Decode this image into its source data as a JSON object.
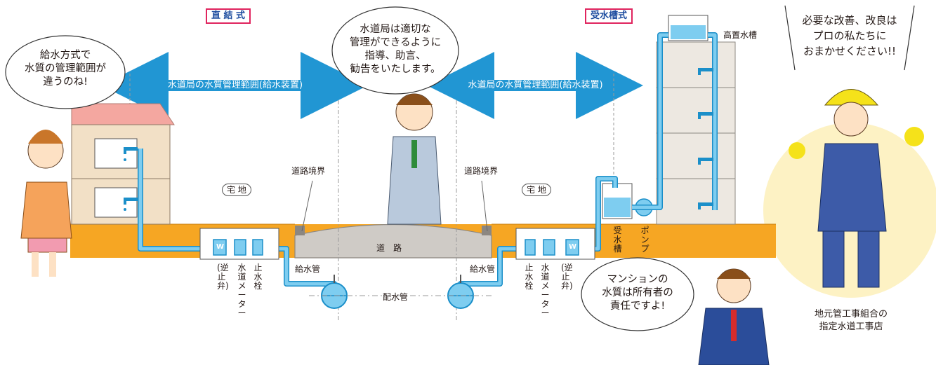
{
  "system_tags": {
    "direct": "直 結 式",
    "tank": "受水槽式"
  },
  "scope_arrows": {
    "left": "水道局の水質管理範囲(給水装置)",
    "right": "水道局の水質管理範囲(給水装置)"
  },
  "labels": {
    "boundary_left": "道路境界",
    "boundary_right": "道路境界",
    "lot_left": "宅 地",
    "lot_right": "宅 地",
    "road": "道　路",
    "supply_pipe_left": "給水管",
    "supply_pipe_right": "給水管",
    "main_pipe": "配水管",
    "elevated_tank": "高置水槽",
    "receiving_tank": "受水槽",
    "pump": "ポンプ",
    "stop_valve": "止水栓",
    "water_meter": "水道メーター",
    "check_valve": "(逆止弁)",
    "meter_mark": "W"
  },
  "bubbles": {
    "woman": [
      "給水方式で",
      "水質の管理範囲が",
      "違うのね!"
    ],
    "official": [
      "水道局は適切な",
      "管理ができるように",
      "指導、助言、",
      "勧告をいたします。"
    ],
    "manager": [
      "マンションの",
      "水質は所有者の",
      "責任ですよ!"
    ],
    "worker": [
      "必要な改善、改良は",
      "プロの私たちに",
      "おまかせください!!"
    ]
  },
  "caption": [
    "地元管工事組合の",
    "指定水道工事店"
  ],
  "colors": {
    "ground": "#f6a623",
    "road": "#cfcbc6",
    "pipe": "#7ecdf0",
    "pipe_outline": "#1b8fc9",
    "scope_arrow": "#2196d3",
    "house_wall": "#f2e0c6",
    "house_roof": "#f4a7a0",
    "building": "#ede8e1",
    "tag_border": "#e0245e",
    "tag_text": "#1f4ea0",
    "halo": "#fdf2c4"
  },
  "icons": [
    "faucet-icon",
    "water-meter-icon",
    "stop-valve-icon",
    "check-valve-icon",
    "gate-valve-icon"
  ]
}
